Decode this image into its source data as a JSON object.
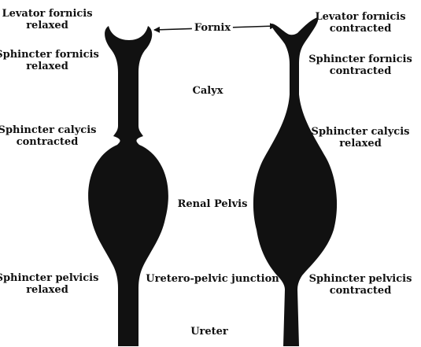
{
  "colors": {
    "shape_fill": "#111111",
    "background": "#ffffff"
  },
  "labels": {
    "fornix": "Fornix",
    "calyx": "Calyx",
    "renal_pelvis": "Renal Pelvis",
    "ureteropelvic_junction": "Uretero-pelvic junction",
    "ureter": "Ureter"
  },
  "left": {
    "levator": {
      "line1": "Levator fornicis",
      "line2": "relaxed"
    },
    "sphincter_fornicis": {
      "line1": "Sphincter fornicis",
      "line2": "relaxed"
    },
    "sphincter_calycis": {
      "line1": "Sphincter calycis",
      "line2": "contracted"
    },
    "sphincter_pelvicis": {
      "line1": "Sphincter pelvicis",
      "line2": "relaxed"
    }
  },
  "right": {
    "levator": {
      "line1": "Levator fornicis",
      "line2": "contracted"
    },
    "sphincter_fornicis": {
      "line1": "Sphincter fornicis",
      "line2": "contracted"
    },
    "sphincter_calycis": {
      "line1": "Sphincter calycis",
      "line2": "relaxed"
    },
    "sphincter_pelvicis": {
      "line1": "Sphincter pelvicis",
      "line2": "contracted"
    }
  }
}
